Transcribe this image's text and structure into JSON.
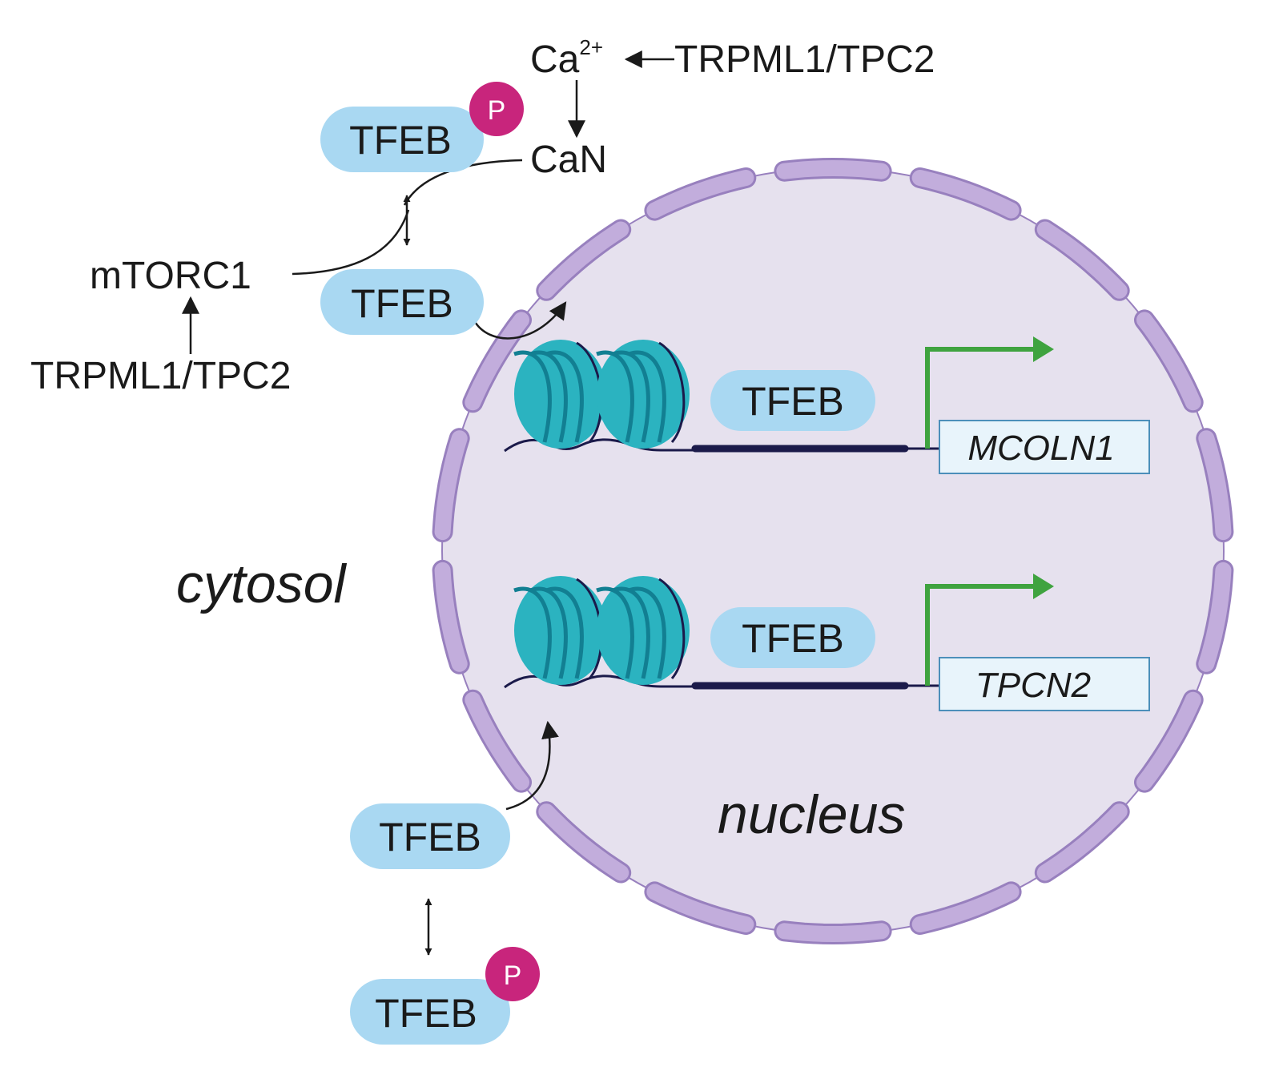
{
  "colors": {
    "pill_fill": "#a9d8f2",
    "phospho_fill": "#c8257c",
    "nucleus_fill": "#e6e1ee",
    "envelope_fill": "#c2addc",
    "envelope_stroke": "#9880be",
    "nucleosome_fill": "#2bb3c0",
    "nucleosome_dark": "#127f92",
    "dna_stroke": "#1b1a4a",
    "transcription_arrow": "#3fa33f",
    "gene_box_fill": "#e8f4fb",
    "gene_box_stroke": "#4c8fba",
    "line_stroke": "#1a1a1a"
  },
  "labels": {
    "ca": "Ca",
    "ca_superscript": "2+",
    "channel_top": "TRPML1/TPC2",
    "channel_left": "TRPML1/TPC2",
    "can": "CaN",
    "mtorc1": "mTORC1",
    "cytosol": "cytosol",
    "nucleus": "nucleus",
    "phospho": "P"
  },
  "proteins": {
    "tfeb_p_top": "TFEB",
    "tfeb_mid": "TFEB",
    "tfeb_nuclear_1": "TFEB",
    "tfeb_nuclear_2": "TFEB",
    "tfeb_bottom": "TFEB",
    "tfeb_p_bottom": "TFEB"
  },
  "genes": {
    "gene1": "MCOLN1",
    "gene2": "TPCN2"
  },
  "icons": {
    "phosphate": "phospho-p-icon",
    "nucleosome": "nucleosome-icon",
    "transcription_start": "transcription-arrow-icon"
  }
}
